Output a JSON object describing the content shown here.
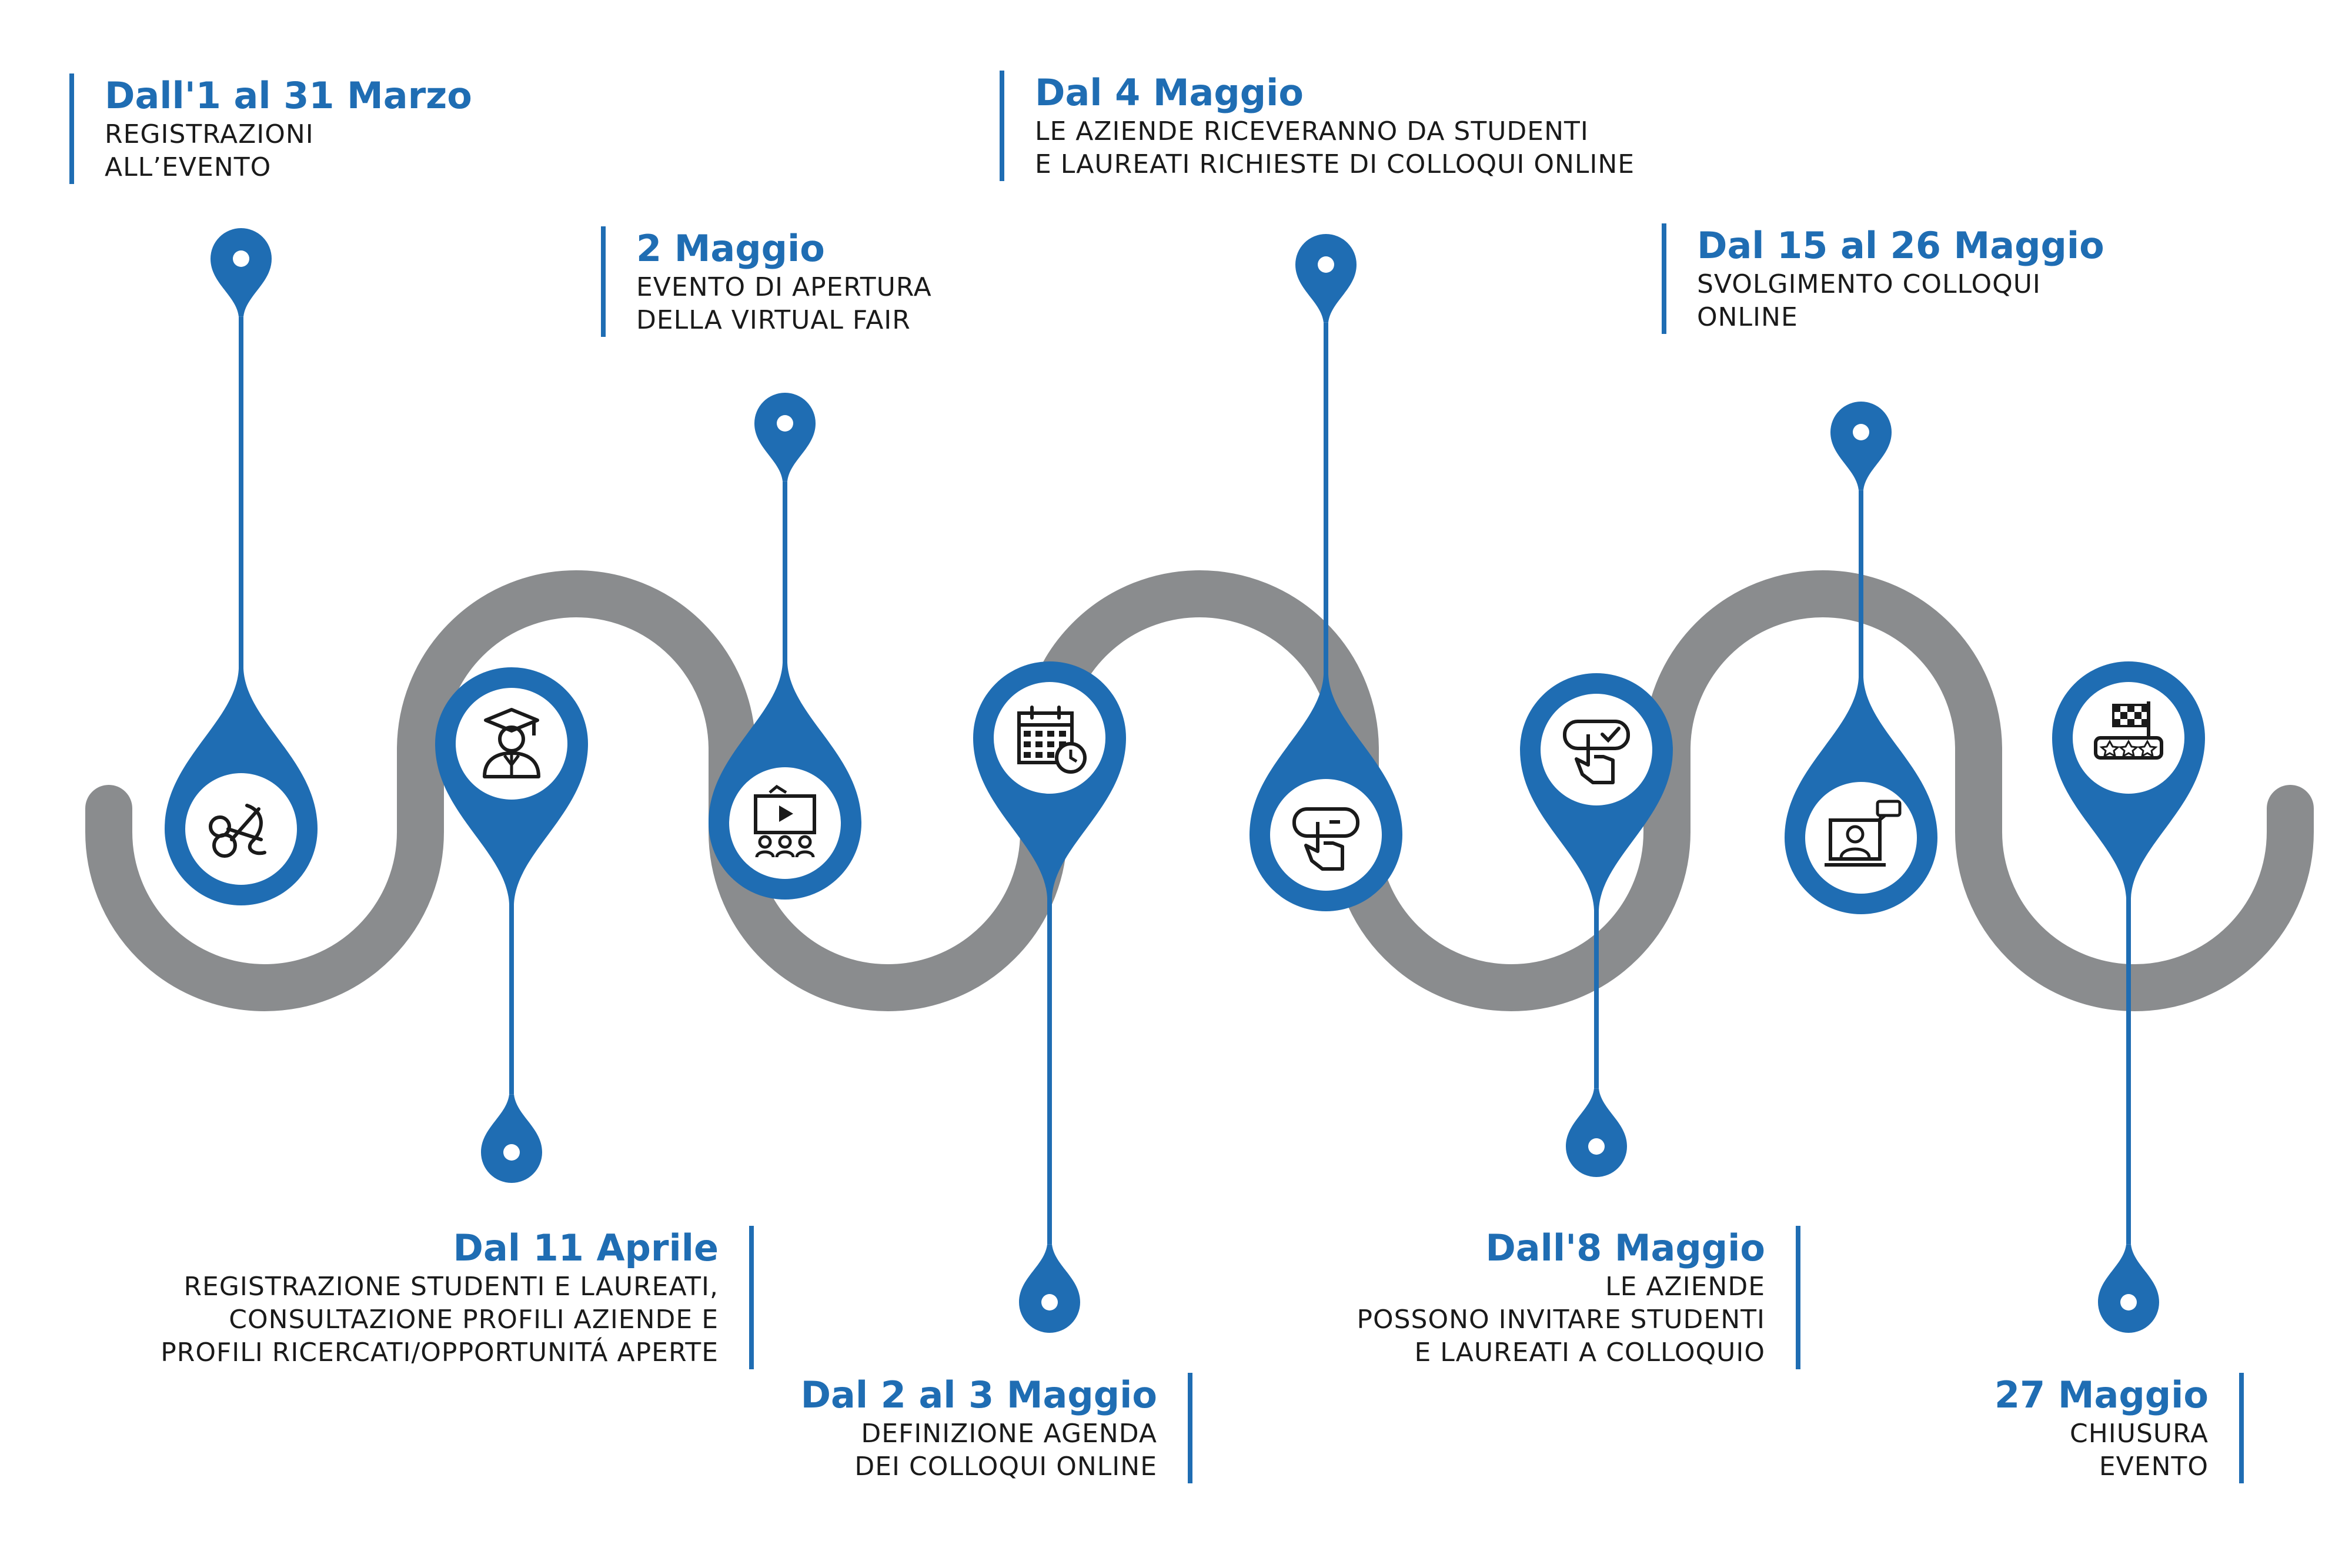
{
  "colors": {
    "accent": "#1f6db3",
    "track": "#8a8c8e",
    "text": "#1a1a1a"
  },
  "steps": [
    {
      "title": "Dall'1 al 31 Marzo",
      "lines": [
        "REGISTRAZIONI",
        "ALL’EVENTO"
      ],
      "icon": "ribbon-cutting-icon"
    },
    {
      "title": "Dal 11 Aprile",
      "lines": [
        "REGISTRAZIONE STUDENTI E LAUREATI,",
        "CONSULTAZIONE PROFILI AZIENDE E",
        "PROFILI RICERCATI/OPPORTUNITÁ APERTE"
      ],
      "icon": "graduate-icon"
    },
    {
      "title": "2 Maggio",
      "lines": [
        "EVENTO DI APERTURA",
        "DELLA VIRTUAL FAIR"
      ],
      "icon": "presentation-icon"
    },
    {
      "title": "Dal 2 al 3 Maggio",
      "lines": [
        "DEFINIZIONE AGENDA",
        "DEI COLLOQUI ONLINE"
      ],
      "icon": "calendar-clock-icon"
    },
    {
      "title": "Dal 4 Maggio",
      "lines": [
        "LE AZIENDE RICEVERANNO DA STUDENTI",
        "E LAUREATI RICHIESTE DI COLLOQUI ONLINE"
      ],
      "icon": "touch-request-icon"
    },
    {
      "title": "Dall'8 Maggio",
      "lines": [
        "LE AZIENDE",
        "POSSONO INVITARE STUDENTI",
        "E LAUREATI A COLLOQUIO"
      ],
      "icon": "touch-check-icon"
    },
    {
      "title": "Dal 15 al 26 Maggio",
      "lines": [
        "SVOLGIMENTO COLLOQUI",
        "ONLINE"
      ],
      "icon": "video-interview-icon"
    },
    {
      "title": "27 Maggio",
      "lines": [
        "CHIUSURA",
        "EVENTO"
      ],
      "icon": "finish-flag-rating-icon"
    }
  ]
}
